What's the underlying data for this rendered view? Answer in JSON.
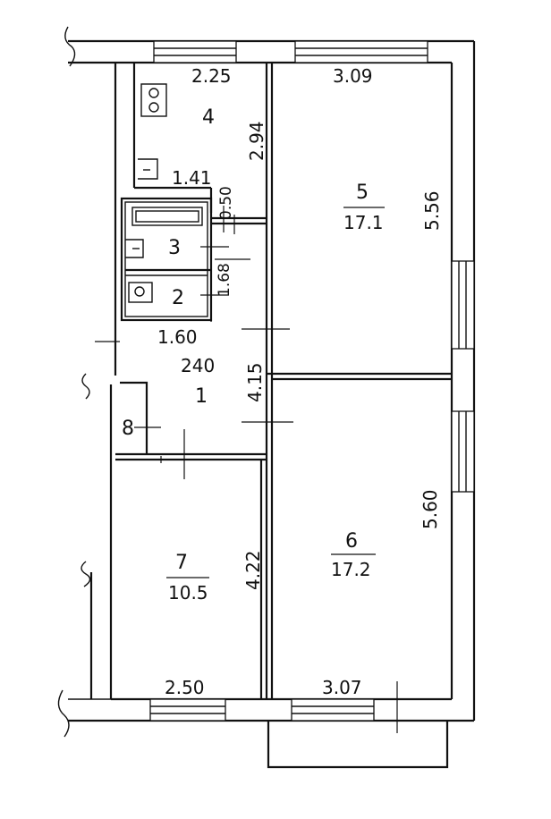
{
  "rooms": {
    "r1": {
      "number": "1"
    },
    "r2": {
      "number": "2"
    },
    "r3": {
      "number": "3"
    },
    "r4": {
      "number": "4"
    },
    "r5": {
      "number": "5",
      "area": "17.1"
    },
    "r6": {
      "number": "6",
      "area": "17.2"
    },
    "r7": {
      "number": "7",
      "area": "10.5"
    },
    "r8": {
      "number": "8"
    }
  },
  "dimensions": {
    "room4_width": "2.25",
    "room4_height": "2.94",
    "room4_small": "1.41",
    "room3_gap": "0.50",
    "room5_width": "3.09",
    "room5_height": "5.56",
    "room23_height": "1.68",
    "hall_top": "1.60",
    "hall_width": "240",
    "hall_height": "4.15",
    "room6_height": "5.60",
    "room7_height": "4.22",
    "room7_width": "2.50",
    "room6_width": "3.07"
  }
}
